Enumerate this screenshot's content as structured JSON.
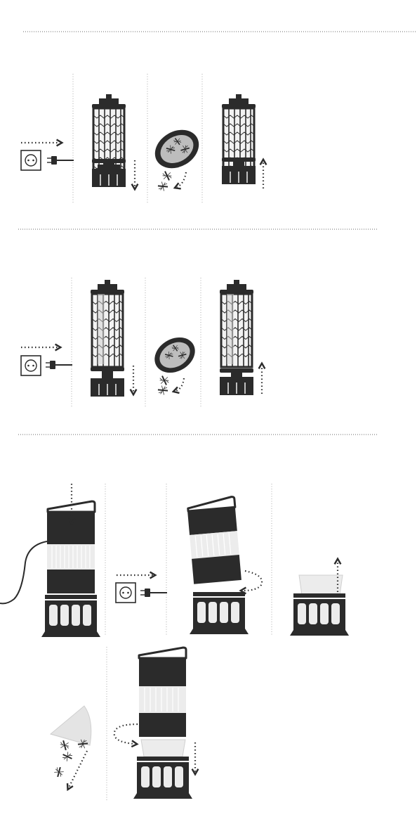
{
  "document": {
    "kind": "instruction-manual-illustration",
    "sections": [
      {
        "id": "section-1",
        "steps": [
          "unplug",
          "remove-base",
          "empty-tray",
          "reattach-base"
        ]
      },
      {
        "id": "section-2",
        "steps": [
          "unplug",
          "remove-base",
          "empty-tray",
          "reattach-base"
        ]
      },
      {
        "id": "section-3",
        "steps": [
          "open-lid",
          "unplug",
          "tilt-off-body",
          "lift-out-tray",
          "empty-tray",
          "replace-and-reassemble"
        ]
      }
    ]
  },
  "colors": {
    "ink": "#2b2b2b",
    "dark": "#333333",
    "light_gray": "#d9d9d9",
    "mid_gray": "#bdbdbd",
    "white": "#ffffff",
    "divider": "#888888"
  },
  "icons": [
    "power-socket-icon",
    "plug-icon",
    "dotted-arrow-icon",
    "mosquito-icon",
    "insect-trap-icon",
    "collection-tray-icon"
  ]
}
